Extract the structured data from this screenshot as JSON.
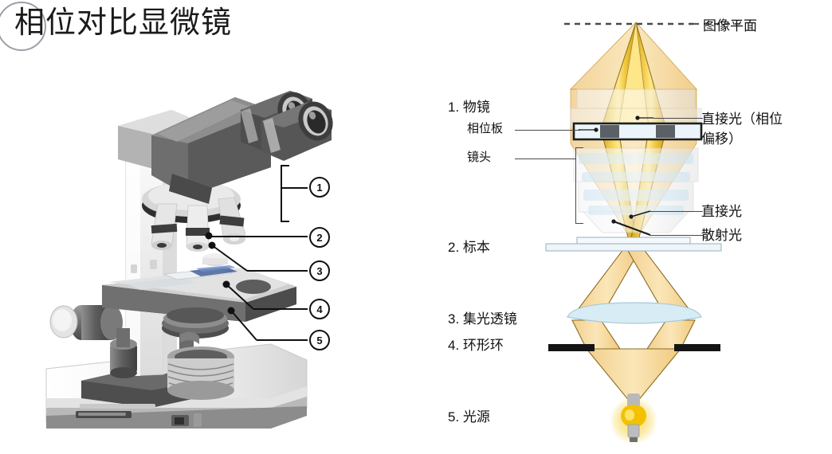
{
  "title": "相位对比显微镜",
  "photo": {
    "name": "phase-contrast-microscope-photo",
    "callouts": [
      {
        "num": "1",
        "meaning": "物镜"
      },
      {
        "num": "2",
        "meaning": "标本"
      },
      {
        "num": "3",
        "meaning": "集光透镜"
      },
      {
        "num": "4",
        "meaning": "环形环"
      },
      {
        "num": "5",
        "meaning": "光源"
      }
    ]
  },
  "diagram": {
    "left_labels": [
      {
        "id": "objective",
        "text": "1. 物镜"
      },
      {
        "id": "phase-plate",
        "text": "相位板"
      },
      {
        "id": "lens",
        "text": "镜头"
      },
      {
        "id": "specimen",
        "text": "2. 标本"
      },
      {
        "id": "condenser",
        "text": "3. 集光透镜"
      },
      {
        "id": "annular-ring",
        "text": "4. 环形环"
      },
      {
        "id": "light-source",
        "text": "5. 光源"
      }
    ],
    "right_labels": [
      {
        "id": "image-plane",
        "text": "图像平面"
      },
      {
        "id": "direct-light-shifted",
        "text": "直接光（相位\n偏移）"
      },
      {
        "id": "direct-light",
        "text": "直接光"
      },
      {
        "id": "scattered-light",
        "text": "散射光"
      }
    ]
  },
  "colors": {
    "direct_beam": "#E8B321",
    "diffuse_beam": "#F5D999",
    "beam_outline": "#8a6d1f",
    "lens_glass": "#cfe3ee",
    "phase_plate_block": "#5a6066",
    "annular_ring": "#1a1a1a",
    "bulb": "#F2C200",
    "body_light": "#f0f0f0",
    "body_dark": "#5c5c5c",
    "text": "#111111"
  }
}
